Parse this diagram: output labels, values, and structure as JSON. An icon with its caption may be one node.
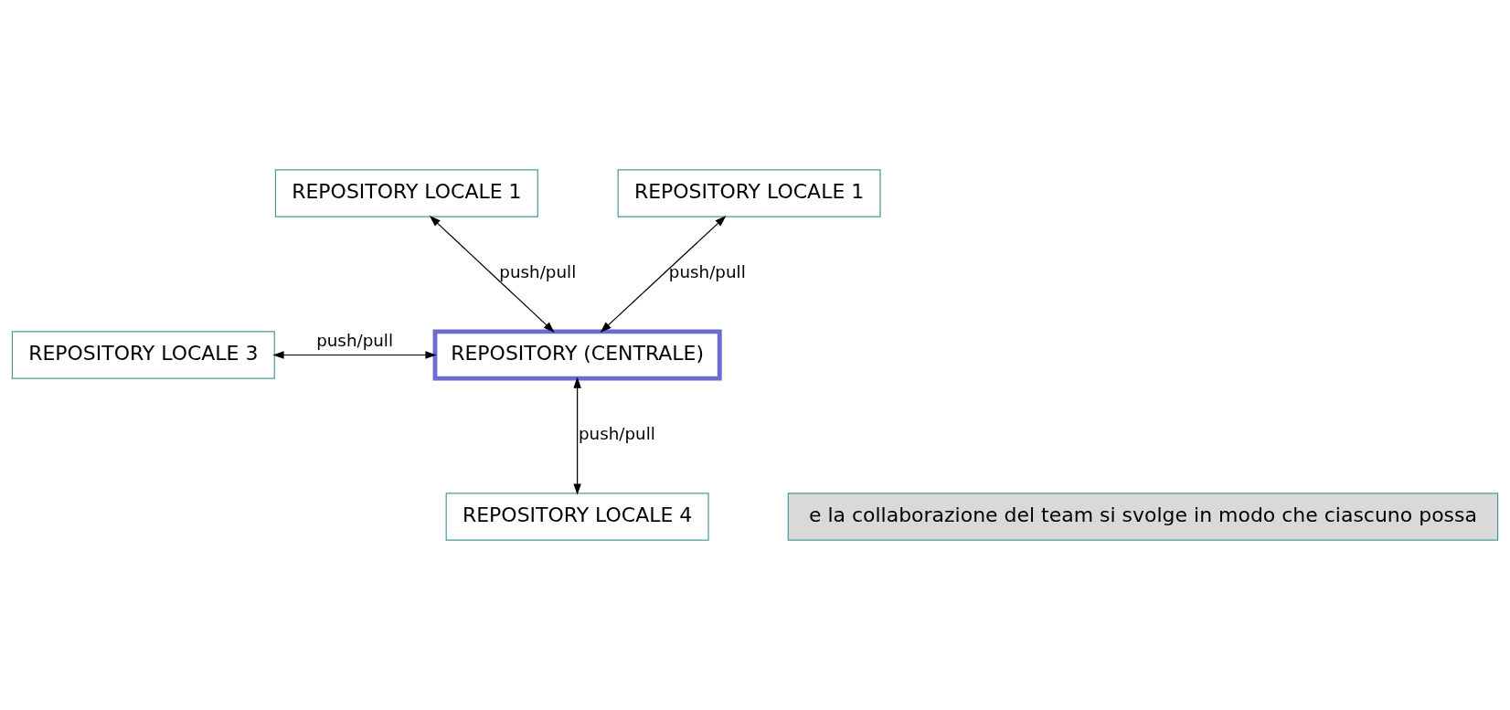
{
  "diagram": {
    "nodes": [
      {
        "text": [
          "REPOSITORY LOCALE 1"
        ]
      },
      {
        "text": [
          "REPOSITORY LOCALE 1"
        ]
      },
      {
        "text": [
          "REPOSITORY LOCALE 3"
        ]
      },
      {
        "text": [
          "REPOSITORY (CENTRALE)"
        ]
      },
      {
        "text": [
          "REPOSITORY LOCALE 4"
        ]
      },
      {
        "text": [
          "e la collaborazione del team si svolge in modo che ciascuno possa"
        ]
      }
    ],
    "edges": [
      {
        "from": 0,
        "to": 3,
        "arrow": "both",
        "label": "push/pull"
      },
      {
        "from": 1,
        "to": 3,
        "arrow": "both",
        "label": "push/pull"
      },
      {
        "from": 2,
        "to": 3,
        "arrow": "both",
        "label": "push/pull"
      },
      {
        "from": 3,
        "to": 4,
        "arrow": "both",
        "label": "push/pull"
      }
    ]
  }
}
